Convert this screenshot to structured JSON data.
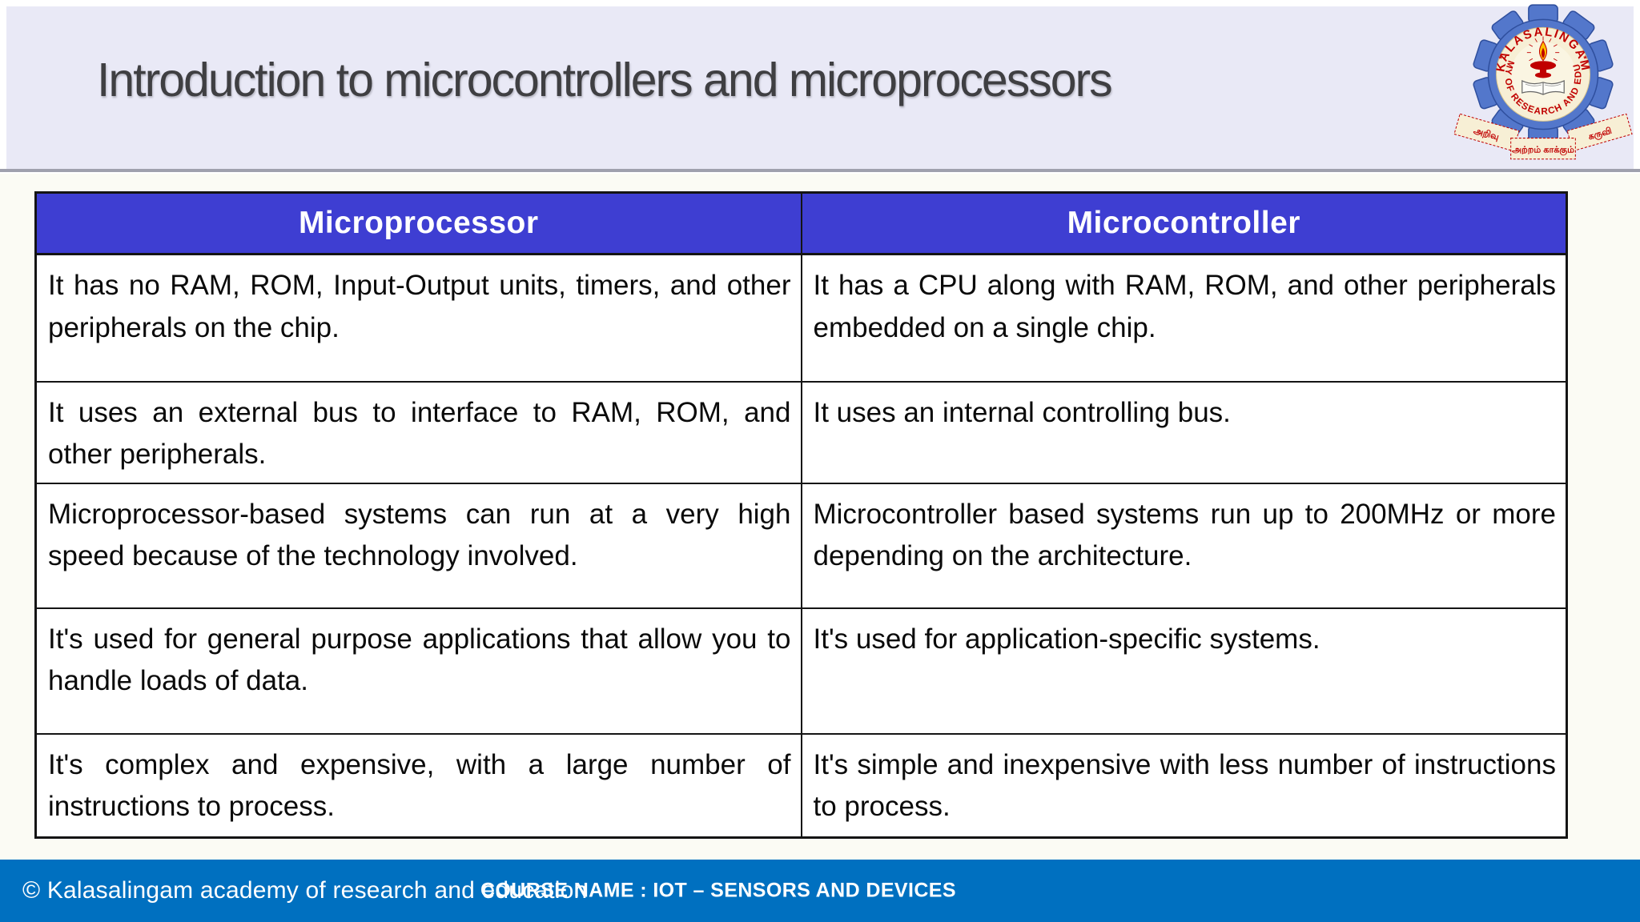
{
  "slide": {
    "title": "Introduction to microcontrollers and microprocessors"
  },
  "logo": {
    "icon": "kalasalingam-emblem",
    "arc_top_text": "KALASALINGAM",
    "arc_bottom_text": "ACADEMY OF RESEARCH AND EDUCATION",
    "separator": "*",
    "ribbon_left_text": "அறிவு",
    "ribbon_center_text": "அற்றம் காக்கும்",
    "ribbon_right_text": "கருவி"
  },
  "comparison_table": {
    "columns": [
      "Microprocessor",
      "Microcontroller"
    ],
    "rows": [
      [
        "It has no RAM, ROM, Input-Output units, timers, and other peripherals on the chip.",
        "It has a CPU along with RAM, ROM, and other peripherals embedded on a single chip."
      ],
      [
        "It uses an external bus to interface to RAM, ROM, and other peripherals.",
        "It uses an internal controlling bus."
      ],
      [
        "Microprocessor-based systems can run at a very high speed because of the technology involved.",
        "Microcontroller based systems run up to 200MHz or more depending on the architecture."
      ],
      [
        "It's used for general purpose applications that allow you to handle loads of data.",
        "It's used for application-specific systems."
      ],
      [
        "It's complex and expensive, with a large number of instructions to process.",
        "It's simple and inexpensive with less number of instructions to process."
      ]
    ]
  },
  "footer": {
    "copyright": "© Kalasalingam academy of research and education",
    "course_label": "COURSE NAME : IOT – SENSORS AND DEVICES"
  },
  "colors": {
    "title_band_bg": "#E9E9F6",
    "divider_gray": "#9FA0AD",
    "content_bg": "#FBFBF4",
    "table_header_bg": "#3E3ED2",
    "table_border": "#141414",
    "footer_bg": "#0070C0",
    "title_text": "#3F3F42",
    "emblem_gear_blue": "#5377CB",
    "emblem_cream": "#F7EFD5",
    "emblem_red": "#C00000"
  }
}
